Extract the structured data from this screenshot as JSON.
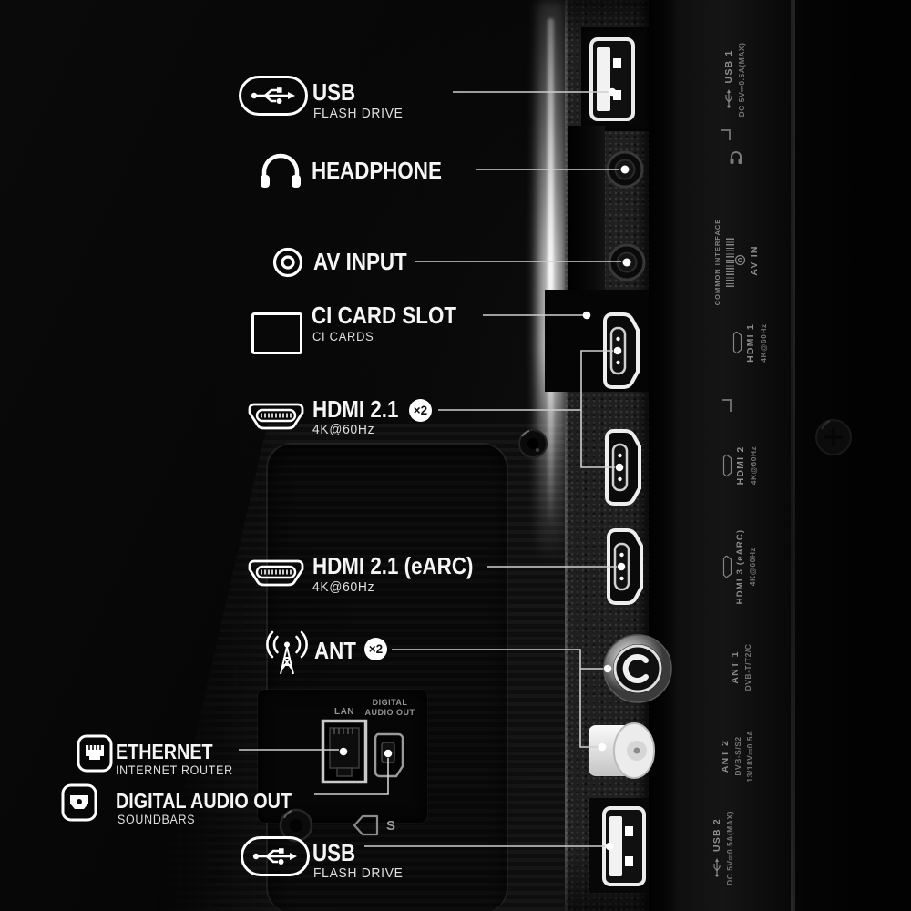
{
  "annotations": [
    {
      "id": "usb-top",
      "title": "USB",
      "subtitle": "FLASH DRIVE"
    },
    {
      "id": "headphone",
      "title": "HEADPHONE"
    },
    {
      "id": "av-input",
      "title": "AV INPUT"
    },
    {
      "id": "ci-card-slot",
      "title": "CI CARD SLOT",
      "subtitle": "CI CARDS"
    },
    {
      "id": "hdmi-2-1",
      "title": "HDMI 2.1",
      "badge": "×2",
      "subtitle": "4K@60Hz"
    },
    {
      "id": "hdmi-2-1-earc",
      "title": "HDMI 2.1 (eARC)",
      "subtitle": "4K@60Hz"
    },
    {
      "id": "ant",
      "title": "ANT",
      "badge": "×2"
    },
    {
      "id": "ethernet",
      "title": "ETHERNET",
      "subtitle": "INTERNET ROUTER"
    },
    {
      "id": "digital-audio-out",
      "title": "DIGITAL AUDIO OUT",
      "subtitle": "SOUNDBARS"
    },
    {
      "id": "usb-bottom",
      "title": "USB",
      "subtitle": "FLASH DRIVE"
    }
  ],
  "panel_prints": {
    "usb1": {
      "title": "USB 1",
      "spec": "DC 5V⎓0.5A(MAX)"
    },
    "common_interface": "COMMON INTERFACE",
    "av_in": "AV IN",
    "hdmi1": {
      "title": "HDMI 1",
      "spec": "4K@60Hz"
    },
    "hdmi2": {
      "title": "HDMI 2",
      "spec": "4K@60Hz"
    },
    "hdmi3": {
      "title": "HDMI 3 (eARC)",
      "spec": "4K@60Hz"
    },
    "ant1": {
      "title": "ANT 1",
      "spec": "DVB-T/T2/C"
    },
    "ant2": {
      "title": "ANT 2",
      "spec": "DVB-S/S2",
      "spec2": "13/18V⎓0.5A"
    },
    "usb2": {
      "title": "USB 2",
      "spec": "DC 5V⎓0.5A(MAX)"
    }
  },
  "recess_prints": {
    "lan": "LAN",
    "dao_line1": "DIGITAL",
    "dao_line2": "AUDIO OUT"
  },
  "s_mark": "S",
  "colors": {
    "background": "#000000",
    "label_text": "#f5f5f5",
    "leader_line": "#cfcfcf",
    "print_text": "#8f8f8f"
  }
}
